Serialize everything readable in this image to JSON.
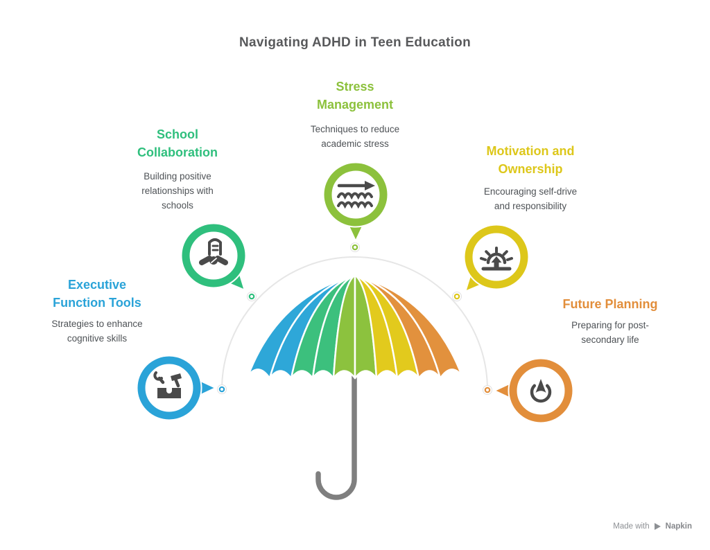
{
  "title": "Navigating ADHD in Teen Education",
  "text_colors": {
    "title": "#58595b",
    "description": "#4e5256"
  },
  "topics": [
    {
      "label": "School\nCollaboration",
      "description": "Building positive\nrelationships with\nschools",
      "color": "#2fbf7d"
    },
    {
      "label": "Stress\nManagement",
      "description": "Techniques to reduce\nacademic stress",
      "color": "#8cc13c"
    },
    {
      "label": "Motivation and\nOwnership",
      "description": "Encouraging self-drive\nand responsibility",
      "color": "#ddc71a"
    },
    {
      "label": "Executive\nFunction Tools",
      "description": "Strategies to enhance\ncognitive skills",
      "color": "#2aa3d8"
    },
    {
      "label": "Future Planning",
      "description": "Preparing for post-\nsecondary life",
      "color": "#e28e3b"
    }
  ],
  "umbrella": {
    "panel_colors": [
      "#2ea7d8",
      "#2ea7d8",
      "#3cc07d",
      "#3cc07d",
      "#8cc23e",
      "#8cc23e",
      "#e2ca1d",
      "#e2ca1d",
      "#e2913d",
      "#e2913d"
    ],
    "handle_color": "#7f7f7f",
    "icon_color": "#4a4a4a",
    "arc_color": "#e6e6e6"
  },
  "watermark": {
    "prefix": "Made with",
    "brand": "Napkin"
  }
}
